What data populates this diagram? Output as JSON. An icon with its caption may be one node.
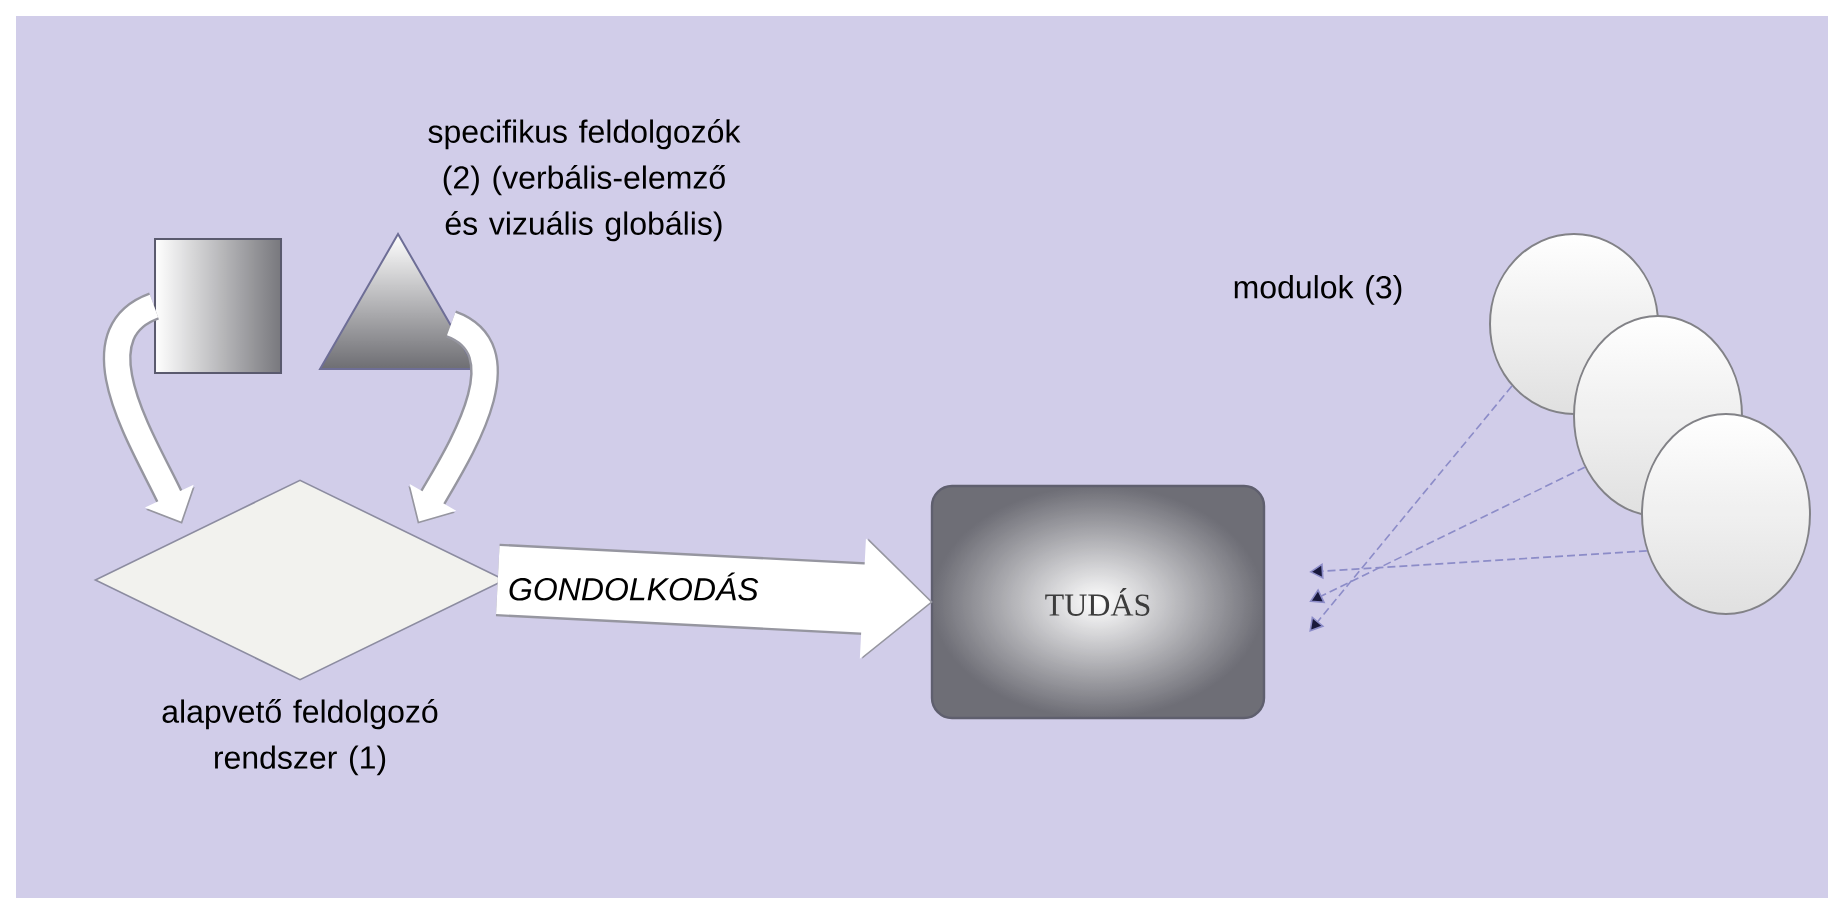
{
  "diagram": {
    "nodes": [
      {
        "text": [],
        "shape": "box"
      },
      {
        "text": [],
        "shape": "triangle"
      },
      {
        "text": [],
        "shape": "diamond",
        "beside": [
          "alapvető feldolgozó rendszer (1)"
        ]
      },
      {
        "text": [
          "TUDÁS"
        ]
      },
      {
        "text": [],
        "shape": "ellipse"
      },
      {
        "text": [],
        "shape": "ellipse"
      },
      {
        "text": [],
        "shape": "ellipse"
      }
    ],
    "edges": [
      {
        "from": 0,
        "to": 2,
        "arrow": "to",
        "style": "thick"
      },
      {
        "from": 1,
        "to": 2,
        "arrow": "to",
        "style": "thick"
      },
      {
        "from": 2,
        "to": 3,
        "arrow": "to",
        "style": "thick",
        "label": "GONDOLKODÁS"
      },
      {
        "from": 4,
        "to": 3,
        "arrow": "to",
        "style": "dashed"
      },
      {
        "from": 5,
        "to": 3,
        "arrow": "to",
        "style": "dashed"
      },
      {
        "from": 6,
        "to": 3,
        "arrow": "to",
        "style": "dashed"
      }
    ],
    "labels": [
      "specifikus feldolgozók (2) (verbális-elemző és vizuális globális)",
      "modulok (3)"
    ]
  }
}
